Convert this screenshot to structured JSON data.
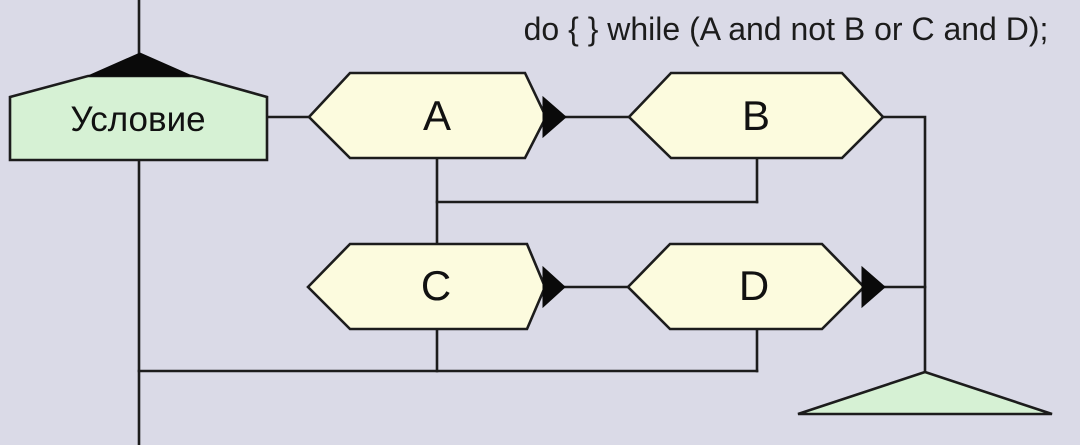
{
  "caption": "do { } while (A and not B or C and D);",
  "diagram": {
    "type": "drakon-flowchart",
    "loop_start": {
      "label": "Условие"
    },
    "conditions": [
      {
        "label": "A"
      },
      {
        "label": "B"
      },
      {
        "label": "C"
      },
      {
        "label": "D"
      }
    ]
  },
  "colors": {
    "background": "#dadae7",
    "condition_fill": "#fcfbde",
    "loop_fill": "#d6f1d4",
    "stroke": "#1c1c1c",
    "arrow": "#0a0a0a",
    "text": "#111111",
    "caption_color": "#1c1c1c"
  }
}
